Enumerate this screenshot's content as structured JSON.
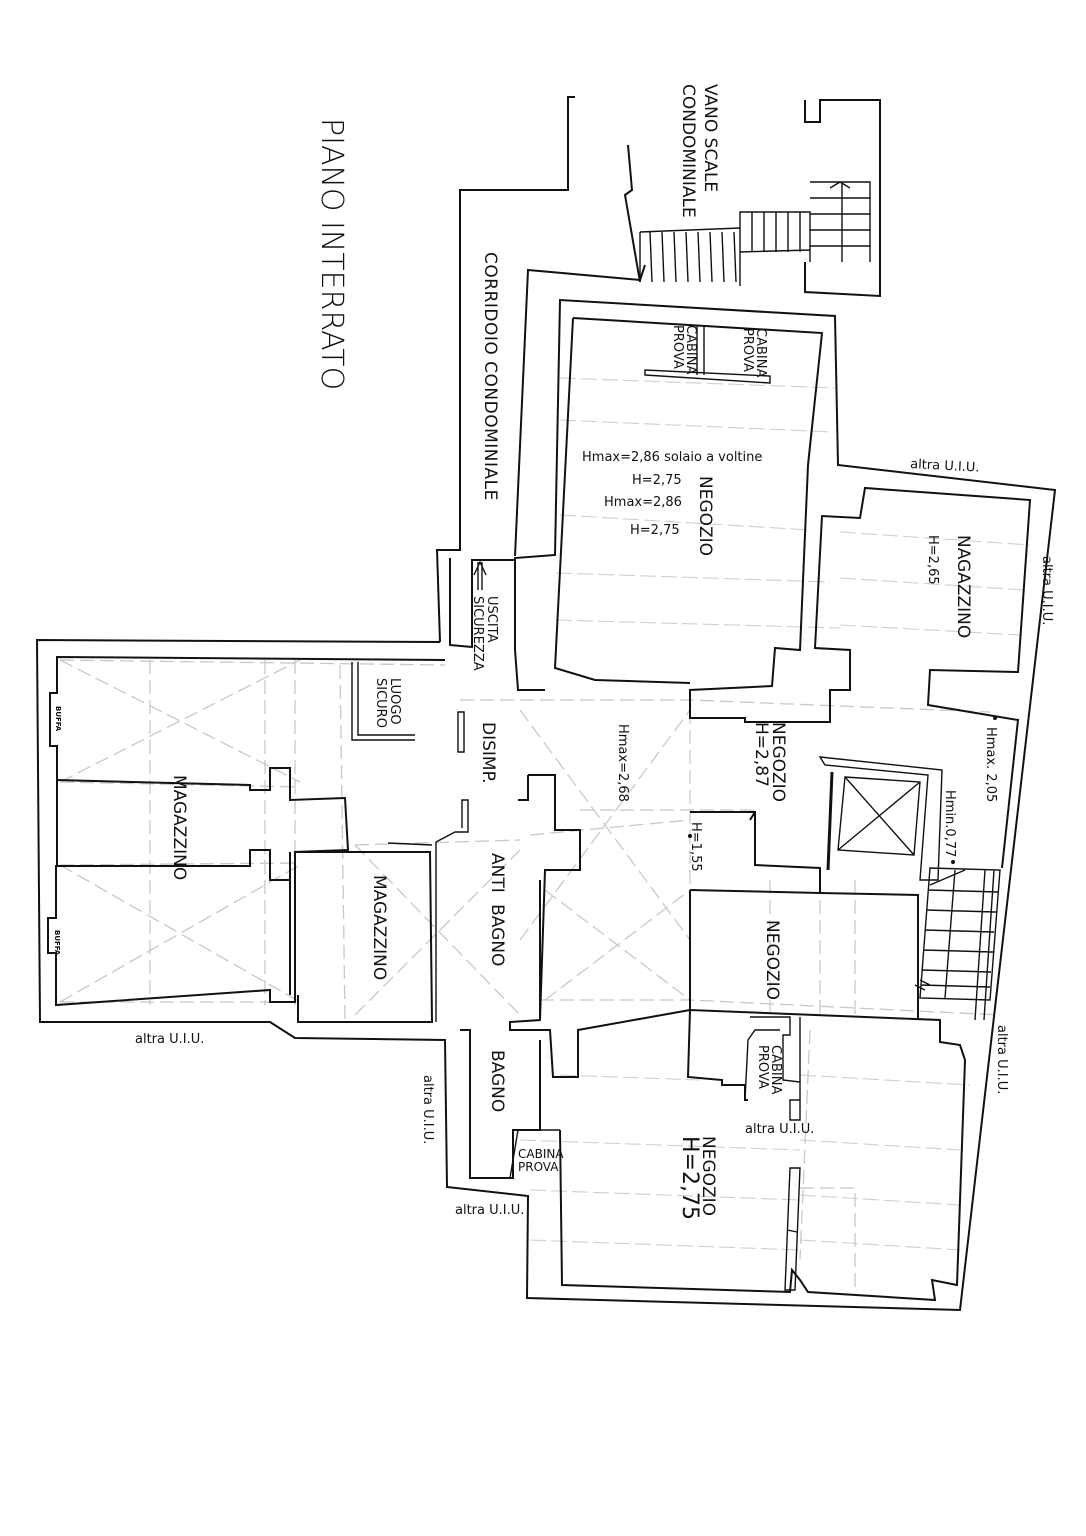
{
  "title": "PIANO INTERRATO",
  "rooms": {
    "vano_scale": [
      "VANO SCALE",
      "CONDOMINIALE"
    ],
    "corridoio": "CORRIDOIO CONDOMINIALE",
    "cabina_top_1": [
      "CABINA",
      "PROVA"
    ],
    "cabina_top_2": [
      "CABINA",
      "PROVA"
    ],
    "negozio_top": "NEGOZIO",
    "negozio_top_heights": [
      "Hmax=2,86 solaio a voltine",
      "H=2,75",
      "Hmax=2,86",
      "H=2,75"
    ],
    "magazzino_right": [
      "NAGAZZINO",
      "H=2,65"
    ],
    "uscita": [
      "USCITA",
      "SICUREZZA"
    ],
    "luogo": [
      "LUOGO",
      "SICURO"
    ],
    "disimp": "DISIMP.",
    "disimp_height": "Hmax=2,68",
    "negozio_mid": [
      "NEGOZIO",
      "H=2,87"
    ],
    "hmax_205": "Hmax. 2,05",
    "hmin_077": "Hmin.0,77",
    "h_155": "H=1,55",
    "magazzino_left": "MAGAZZINO",
    "magazzino_center": "MAGAZZINO",
    "buffa": [
      "BUFFA",
      "BUFFA"
    ],
    "anti_bagno": "ANTI BAGNO",
    "negozio_lower": "NEGOZIO",
    "bagno": "BAGNO",
    "cabina_mid": [
      "CABINA",
      "PROVA"
    ],
    "cabina_bottom": [
      "CABINA",
      "PROVA"
    ],
    "negozio_bottom": [
      "NEGOZIO",
      "H=2,75"
    ]
  },
  "neighbours": [
    "altra U.I.U.",
    "altra U.I.U.",
    "altra U.I.U.",
    "altra U.I.U.",
    "altra U.I.U.",
    "altra U.I.U.",
    "altra U.I.U."
  ]
}
